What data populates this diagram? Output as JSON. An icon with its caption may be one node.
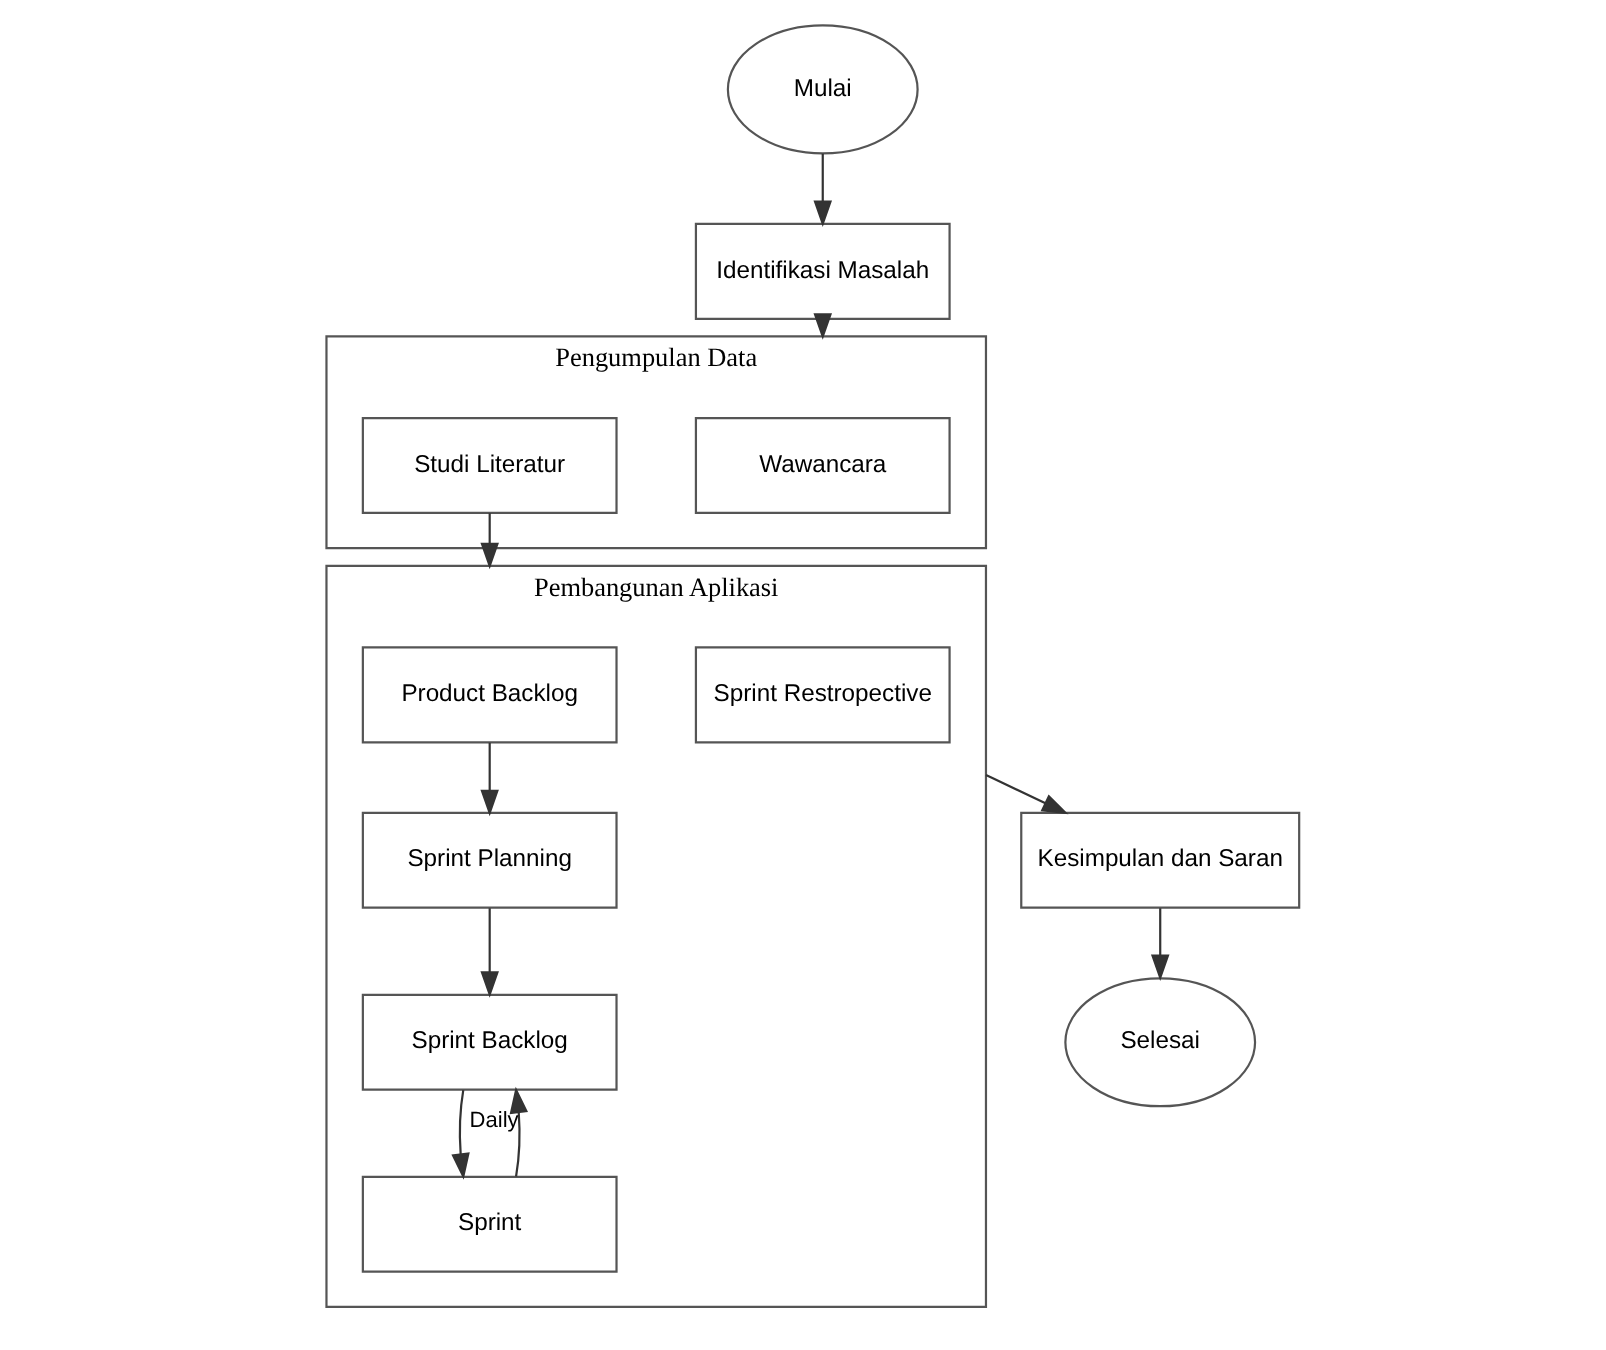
{
  "diagram": {
    "nodes": [
      {
        "text": [
          "Mulai"
        ]
      },
      {
        "text": [
          "Identifikasi Masalah"
        ]
      },
      {
        "text": [
          "Pengumpulan Data"
        ]
      },
      {
        "text": [
          "Wawancara"
        ],
        "in": 2
      },
      {
        "text": [
          "Studi Literatur"
        ],
        "in": 2
      },
      {
        "text": [
          "Pembangunan Aplikasi"
        ]
      },
      {
        "text": [
          "Product Backlog"
        ],
        "in": 5
      },
      {
        "text": [
          "Sprint Planning"
        ],
        "in": 5
      },
      {
        "text": [
          "Sprint Backlog"
        ],
        "in": 5
      },
      {
        "text": [
          "Sprint"
        ],
        "in": 5
      },
      {
        "text": [
          "Sprint Restropective"
        ],
        "in": 5
      },
      {
        "text": [
          "Kesimpulan dan Saran"
        ]
      },
      {
        "text": [
          "Selesai"
        ]
      }
    ],
    "edges": [
      {
        "from": 0,
        "to": 1,
        "arrow": "to"
      },
      {
        "from": 1,
        "to": 2,
        "arrow": "to"
      },
      {
        "from": 4,
        "to": 5,
        "arrow": "to"
      },
      {
        "from": 6,
        "to": 7,
        "arrow": "to"
      },
      {
        "from": 7,
        "to": 8,
        "arrow": "to"
      },
      {
        "from": 8,
        "to": 9,
        "arrow": "to"
      },
      {
        "from": 9,
        "to": 8,
        "arrow": "to",
        "label": "Daily"
      },
      {
        "from": 5,
        "to": 11,
        "arrow": "to"
      },
      {
        "from": 11,
        "to": 12,
        "arrow": "to"
      }
    ]
  }
}
